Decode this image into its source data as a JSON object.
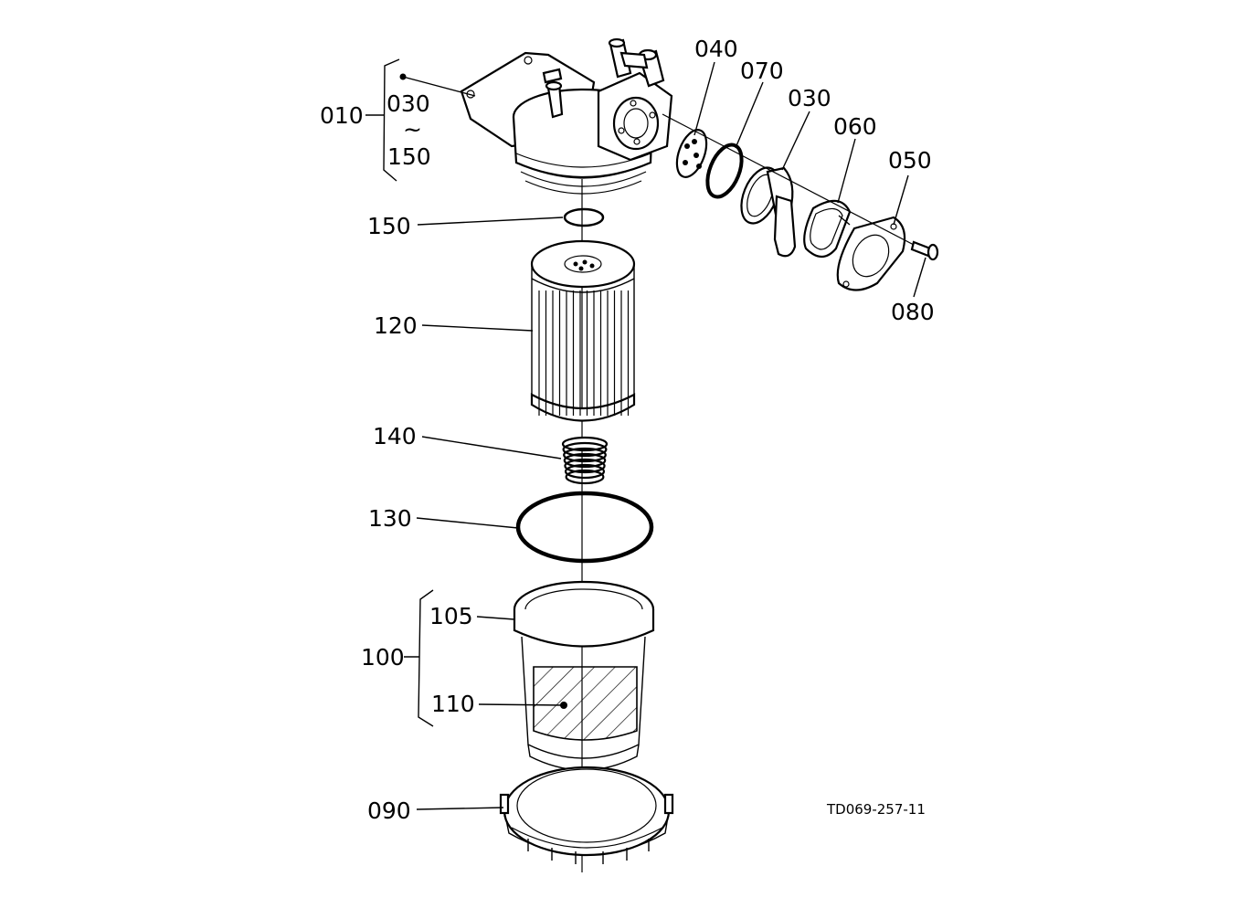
{
  "diagram": {
    "drawing_code": "TD069-257-11",
    "labels": {
      "l010": "010",
      "l030_group": "030",
      "tilde": "~",
      "l150_group": "150",
      "l040": "040",
      "l070": "070",
      "l030": "030",
      "l060": "060",
      "l050": "050",
      "l080": "080",
      "l150": "150",
      "l120": "120",
      "l140": "140",
      "l130": "130",
      "l105": "105",
      "l100": "100",
      "l110": "110",
      "l090": "090"
    }
  }
}
